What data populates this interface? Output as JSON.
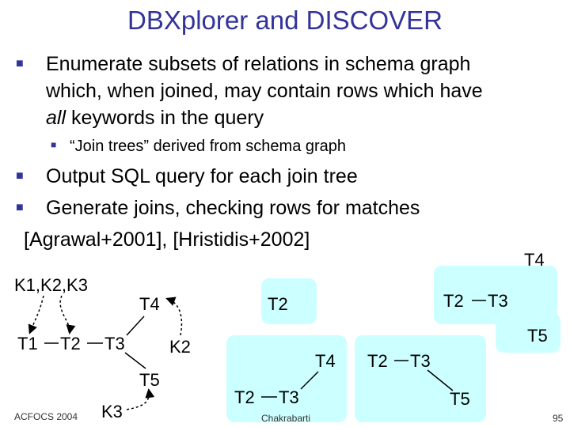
{
  "slide": {
    "title": "DBXplorer and DISCOVER",
    "bullets": [
      {
        "line1": "Enumerate subsets of relations in schema graph",
        "line2": "which, when joined, may contain rows which have",
        "line3_italic": "all",
        "line3_rest": " keywords in the query"
      },
      {
        "text": "Output SQL query for each join tree"
      },
      {
        "text": "Generate joins, checking rows for matches"
      }
    ],
    "sub_bullet": "“Join trees” derived from schema graph",
    "citation": "[Agrawal+2001], [Hristidis+2002]",
    "colors": {
      "title": "#333399",
      "bullet_marker": "#333399",
      "box_fill": "#ccffff"
    }
  },
  "diagram": {
    "schema": {
      "keywords_top": "K1,K2,K3",
      "t1": "T1",
      "t2": "T2",
      "t3": "T3",
      "t4": "T4",
      "t5": "T5",
      "k2": "K2",
      "k3": "K3"
    },
    "trees": {
      "tree_a": {
        "t2": "T2"
      },
      "tree_b": {
        "t2": "T2",
        "t3": "T3",
        "t4": "T4"
      },
      "tree_c": {
        "t2": "T2",
        "t3": "T3",
        "t4": "T4"
      },
      "tree_d": {
        "t2": "T2",
        "t3": "T3",
        "t5": "T5"
      },
      "tree_e": {
        "t5": "T5"
      }
    }
  },
  "footer": {
    "left": "ACFOCS 2004",
    "center": "Chakrabarti",
    "right": "95"
  }
}
